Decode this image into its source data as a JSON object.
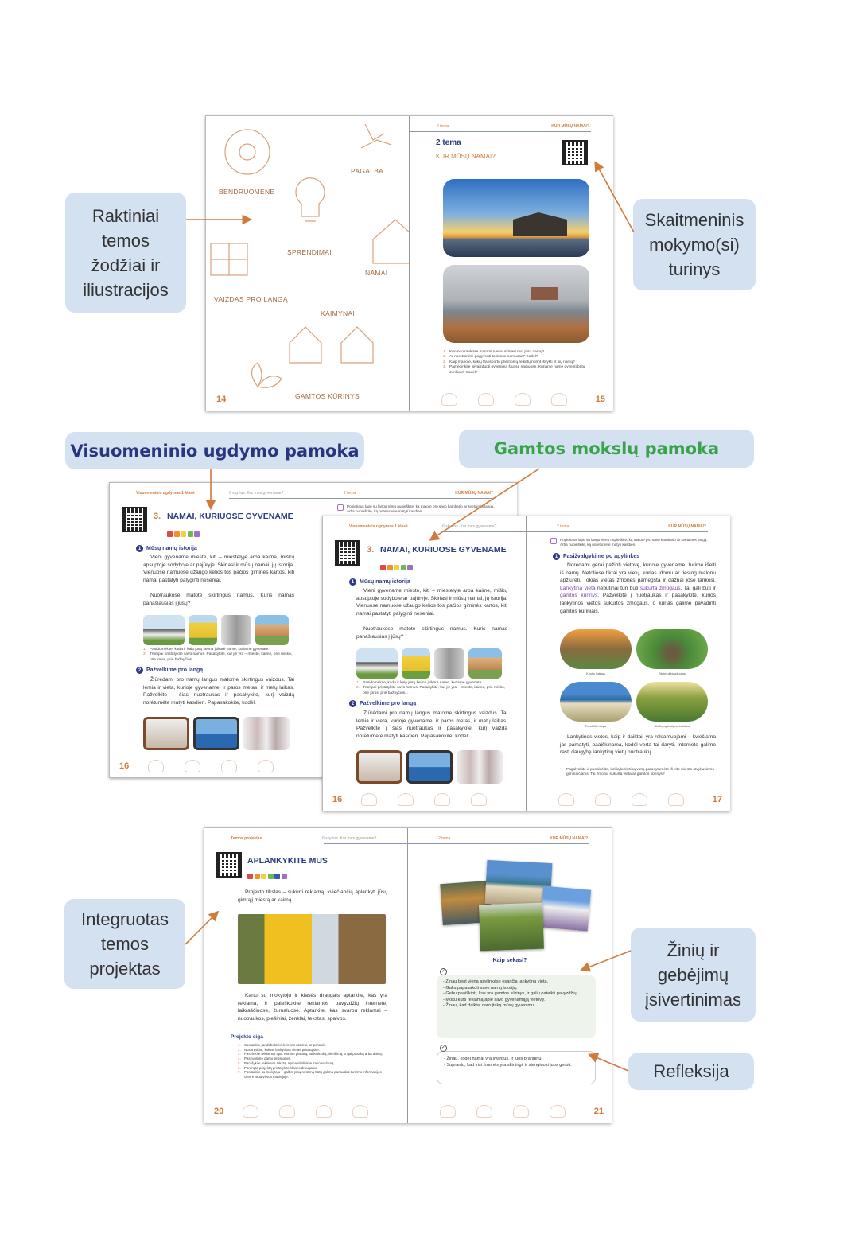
{
  "callouts": {
    "keywords": "Raktiniai\ntemos\nžodžiai ir\niliustracijos",
    "digital": "Skaitmeninis\nmokymo(si)\nturinys",
    "social_lesson": "Visuomeninio ugdymo pamoka",
    "science_lesson": "Gamtos mokslų pamoka",
    "project": "Integruotas\ntemos\nprojektas",
    "self_assessment": "Žinių ir\ngebėjimų\nįsivertinimas",
    "reflection": "Refleksija"
  },
  "colors": {
    "callout_bg": "#d4e1f1",
    "social_blue": "#2a3580",
    "science_green": "#3aa34a",
    "accent_orange": "#d07a3c",
    "title_blue": "#2d3a85"
  },
  "spread1": {
    "left": {
      "keywords": [
        "BENDRUOMENĖ",
        "PAGALBA",
        "SPRENDIMAI",
        "NAMAI",
        "VAIZDAS PRO LANGĄ",
        "KAIMYNAI",
        "GAMTOS KŪRINYS"
      ],
      "page": "14"
    },
    "right": {
      "header_left": "2 tema",
      "header_right": "KUR MŪSŲ NAMAI?",
      "title": "2 tema",
      "subtitle": "KUR MŪSŲ NAMAI?",
      "questions": [
        "Kuo nuotraukose matomi namai skiriasi nuo jūsų namų?",
        "Ar norėtumėte pagyventi tokiuose namuose? Kodėl?",
        "Kaip manote, kokių transporto priemonių reikėtų norint išvykti iš šių namų?",
        "Pamėginkite įsivaizduoti gyvenimą šiuose namuose. Kuriame name gyventi būtų sunkiau? Kodėl?"
      ],
      "page": "15"
    }
  },
  "spread2": {
    "left": {
      "header_left": "Visuomeninis ugdymas 1 klasė",
      "header_right": "6 skyrius. Kur mes gyvename?",
      "lesson_no": "3.",
      "title": "NAMAI, KURIUOSE GYVENAME",
      "s1_no": "1",
      "s1_title": "Mūsų namų istorija",
      "s1_p1": "Vieni gyvename mieste, kiti – miestelyje arba kaime, miškų apsuptoje sodyboje ar pajūryje. Skiriasi ir mūsų namai, jų istorija. Vienuose namuose užaugo kelios tos pačios giminės kartos, kiti namai pastatyti palyginti neseniai.",
      "s1_p2": "Nuotraukose matote skirtingus namus. Kuris namas panašiausias į jūsų?",
      "s1_list": [
        "Pasidomėkite, kada ir kaip jūsų šeima įsikūrė name, kuriame gyvenate.",
        "Trumpai pristatykite savo namus. Pasakykite, kur jie yra – mieste, kaime, prie miško, prie jūros, prie bažnyčios..."
      ],
      "s2_no": "2",
      "s2_title": "Pažvelkime pro langą",
      "s2_p": "Žiūrėdami pro namų langus matome skirtingus vaizdus. Tai lemia ir vieta, kurioje gyvename, ir paros metas, ir metų laikas. Pažvelkite į šias nuotraukas ir pasakykite, kurį vaizdą norėtumėte matyti kasdien. Papasakokite, kodėl.",
      "page": "16"
    },
    "right": {
      "header_left": "2 tema",
      "header_right": "KUR MŪSŲ NAMAI?",
      "note": "Popieriaus lape su lango rėmu nupieškite, ką matote pro savo kambario ar svetainės langą. Arba nupieškite, ką norėtumėte matyti kasdien.",
      "s_no": "1",
      "s_title": "Pasižvalgykime po apylinkes",
      "p1_a": "Norėdami gerai pažinti vietovę, kurioje gyvename, turime išeiti iš namų. Netoliese tikrai yra vietų, kurias įdomu ar tiesiog malonu apžiūrėti. Tokias vietas žmonės pamėgsta ir dažnai jose lankosi. ",
      "p1_hl1": "Lankytina vieta",
      "p1_b": " nebūtinai turi būti ",
      "p1_hl2": "sukurta žmogaus",
      "p1_c": ". Tai gali būti ir ",
      "p1_hl3": "gamtos kūrinys",
      "p1_d": ". Pažvelkite į nuotraukas ir pasakykite, kurios lankytinos vietos sukurtos žmogaus, o kurias galime pavadinti gamtos kūriniais.",
      "captions": [
        "Kryžių kalnas",
        "Stelmužės ąžuolas",
        "Parnidžio kopa",
        "Kirkilų apžvalgos bokštas"
      ],
      "p2": "Lankytinos vietos, kaip ir daiktai, yra reklamuojami – kviečiama jas pamatyti, paaiškinama, kodėl verta tai daryti. Internete galime rasti daugybę lankytinų vietų nuotraukų.",
      "bullet": "Pagalvokite ir pasakykite, kokią lankytiną vietą parodytumėte iš kito miesto atvykusiems giminaičiams. Tai žmonių sukurta vieta ar gamtos kūrinys?",
      "page": "17"
    }
  },
  "spread3": {
    "left": {
      "header_left": "Temos projektas",
      "header_right": "6 skyrius. Kur mes gyvename?",
      "title": "APLANKYKITE MUS",
      "p1": "Projekto tikslas – sukurti reklamą, kviečiančią aplankyti jūsų gimtąjį miestą ar kaimą.",
      "p2": "Kartu su mokytoju ir klasės draugais aptarkite, kas yra reklama, ir paieškokite reklamos pavyzdžių internete, laikraščiuose, žurnaluose. Aptarkite, kas svarbu reklamai – nuotraukos, piešiniai, ženklai, tekstas, spalvos.",
      "steps_title": "Projekto eiga",
      "steps": [
        "Susitarkite, ar dirbsite kiekvienas atskirai, ar poromis.",
        "Nuspręskite, kokias lankytinas vietas pristatysite.",
        "Pasirinkite reklamos tipą. Kursite plakatą, lankstinuką, skelbimą, o gal pasaką arba dainą?",
        "Pasiruoškite darbo priemones.",
        "Parašykite reklamos tekstą. Apipavidalinkite savo reklamą.",
        "Parengtą projektą pristatykite klasės draugams.",
        "Pasitarkite su mokytoju – galbūt jūsų reklamą būtų galima panaudoti turizmo informacijos centre arba vietos muziejuje."
      ],
      "page": "20"
    },
    "right": {
      "header_left": "2 tema",
      "header_right": "KUR MŪSŲ NAMAI?",
      "heading": "Kaip sekasi?",
      "assessment": [
        "Žinau bent vieną apylinkėse esančią lankytiną vietą.",
        "Galiu papasakoti savo namų istoriją.",
        "Gebu paaiškinti, kas yra gamtos kūrinys, ir galiu pateikti pavyzdžių.",
        "Moku kurti reklamą apie savo gyvenamąją vietovę.",
        "Žinau, kad daiktai daro įtaką mūsų gyvenimui."
      ],
      "reflection": [
        "Žinau, kodėl namai yra svarbūs, ir juos branginu.",
        "Suprantu, kad visi žmonės yra skirtingi, ir stengiuosi juos gerbti."
      ],
      "page": "21"
    }
  }
}
